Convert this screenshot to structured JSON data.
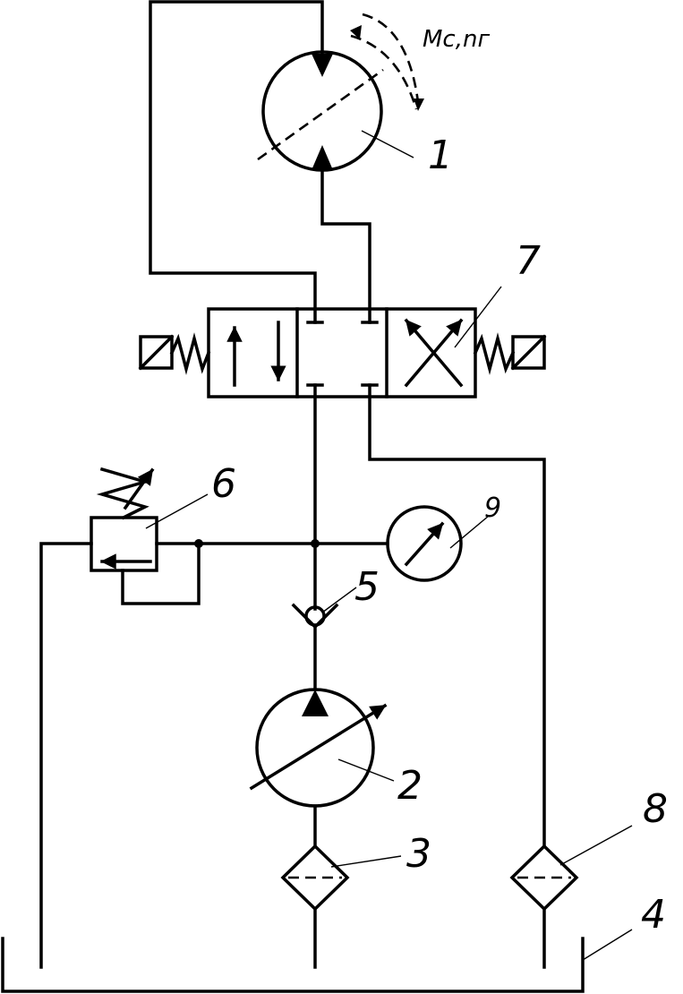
{
  "labels": {
    "motor": "1",
    "pump": "2",
    "suction_filter": "3",
    "tank": "4",
    "check_valve": "5",
    "relief_valve": "6",
    "directional_valve": "7",
    "return_filter": "8",
    "pressure_gauge": "9",
    "motor_load": "Mc,nг"
  }
}
